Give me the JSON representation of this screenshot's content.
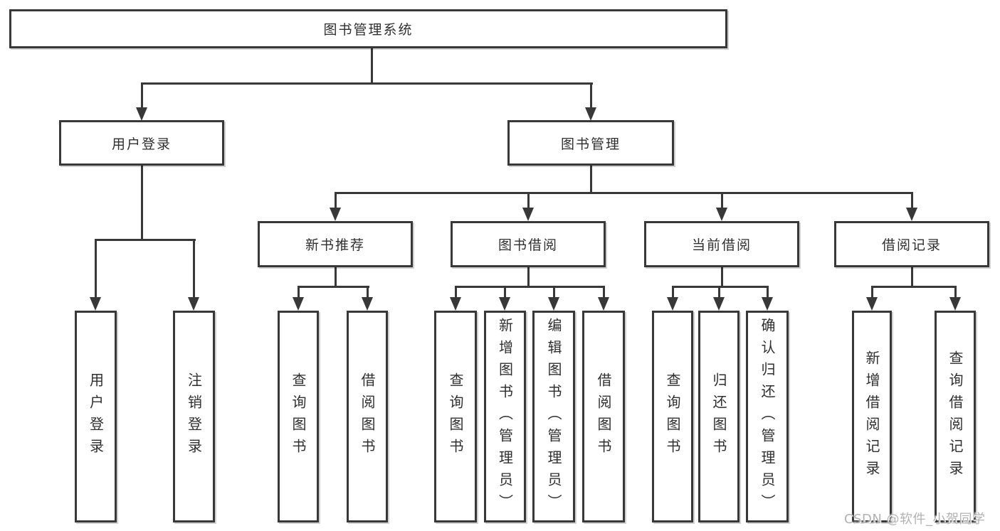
{
  "diagram": {
    "root": "图书管理系统",
    "branches": {
      "user_login": "用户登录",
      "book_mgmt": "图书管理"
    },
    "modules": {
      "new_book_rec": "新书推荐",
      "book_borrow": "图书借阅",
      "current_borrow": "当前借阅",
      "borrow_record": "借阅记录"
    },
    "leaves": {
      "login": "用户登录",
      "logout": "注销登录",
      "rec_query": "查询图书",
      "rec_borrow": "借阅图书",
      "bb_query": "查询图书",
      "bb_add": "新增图书（管理员）",
      "bb_edit": "编辑图书（管理员）",
      "bb_borrow": "借阅图书",
      "cb_query": "查询图书",
      "cb_return": "归还图书",
      "cb_confirm": "确认归还（管理员）",
      "br_add": "新增借阅记录",
      "br_query": "查询借阅记录"
    }
  },
  "watermark": "CSDN @软件_小贺同学",
  "colors": {
    "line": "#383838",
    "text": "#2f2f2f",
    "background": "#ffffff",
    "watermark": "#b2b2b2"
  }
}
